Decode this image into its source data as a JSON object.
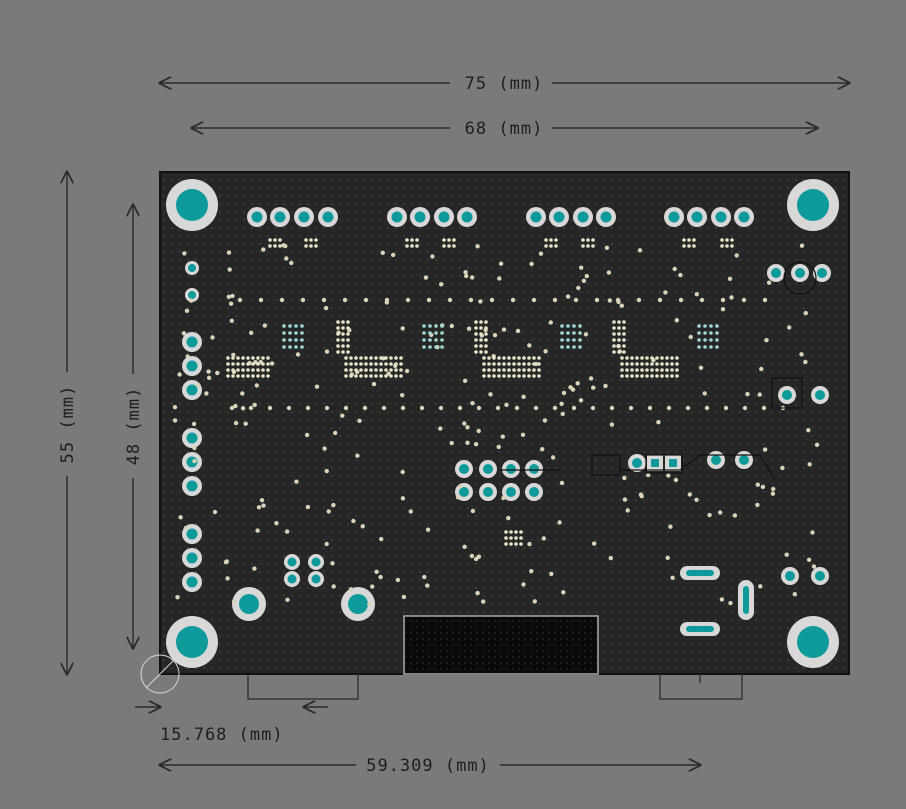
{
  "dimensions": {
    "width_outer": "75 (mm)",
    "width_inner": "68 (mm)",
    "height_outer": "55 (mm)",
    "height_inner": "48 (mm)",
    "offset_connector": "15.768 (mm)",
    "offset_total": "59.309 (mm)"
  },
  "colors": {
    "background": "#7a7a7a",
    "board": "#262626",
    "pad_ring": "#d8d8d8",
    "pad_fill": "#0e9a9a",
    "dimension_line": "#2a2a2a"
  }
}
